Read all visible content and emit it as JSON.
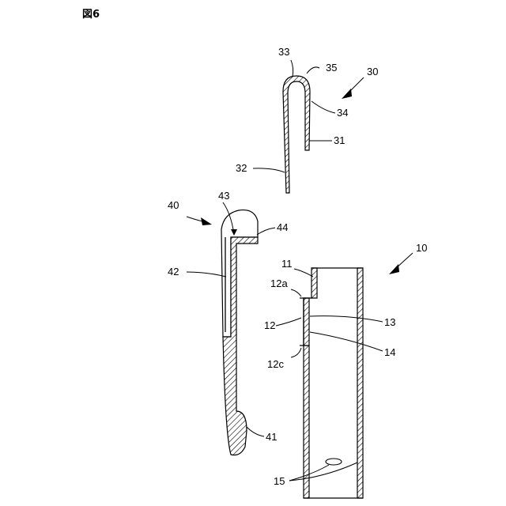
{
  "figure": {
    "title": "図6",
    "labels": {
      "l30": "30",
      "l31": "31",
      "l32": "32",
      "l33": "33",
      "l34": "34",
      "l35": "35",
      "l40": "40",
      "l41": "41",
      "l42": "42",
      "l43": "43",
      "l44": "44",
      "l10": "10",
      "l11": "11",
      "l12": "12",
      "l12a": "12a",
      "l12c": "12c",
      "l13": "13",
      "l14": "14",
      "l15": "15"
    }
  }
}
